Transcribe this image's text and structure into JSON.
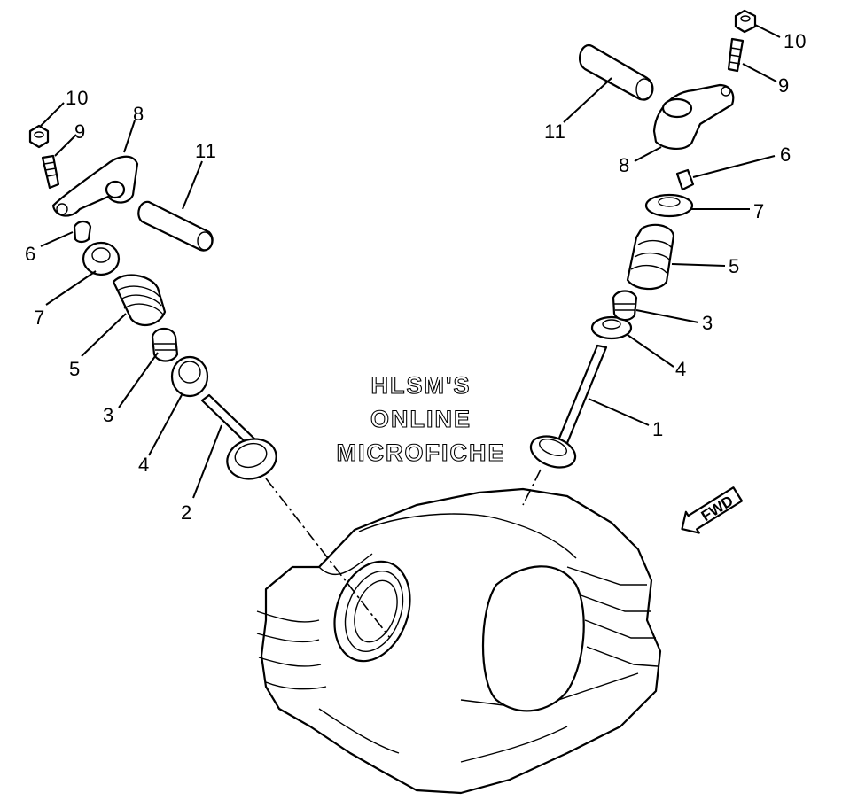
{
  "watermark": {
    "line1": "HLSM'S",
    "line2": "ONLINE",
    "line3": "MICROFICHE"
  },
  "direction_badge": {
    "text": "FWD"
  },
  "labels": {
    "left_10": "10",
    "left_9": "9",
    "left_8": "8",
    "left_11": "11",
    "left_6": "6",
    "left_7": "7",
    "left_5": "5",
    "left_3": "3",
    "left_4": "4",
    "left_2": "2",
    "right_10": "10",
    "right_9": "9",
    "right_11": "11",
    "right_8": "8",
    "right_6": "6",
    "right_7": "7",
    "right_5": "5",
    "right_3": "3",
    "right_4": "4",
    "right_1": "1"
  }
}
